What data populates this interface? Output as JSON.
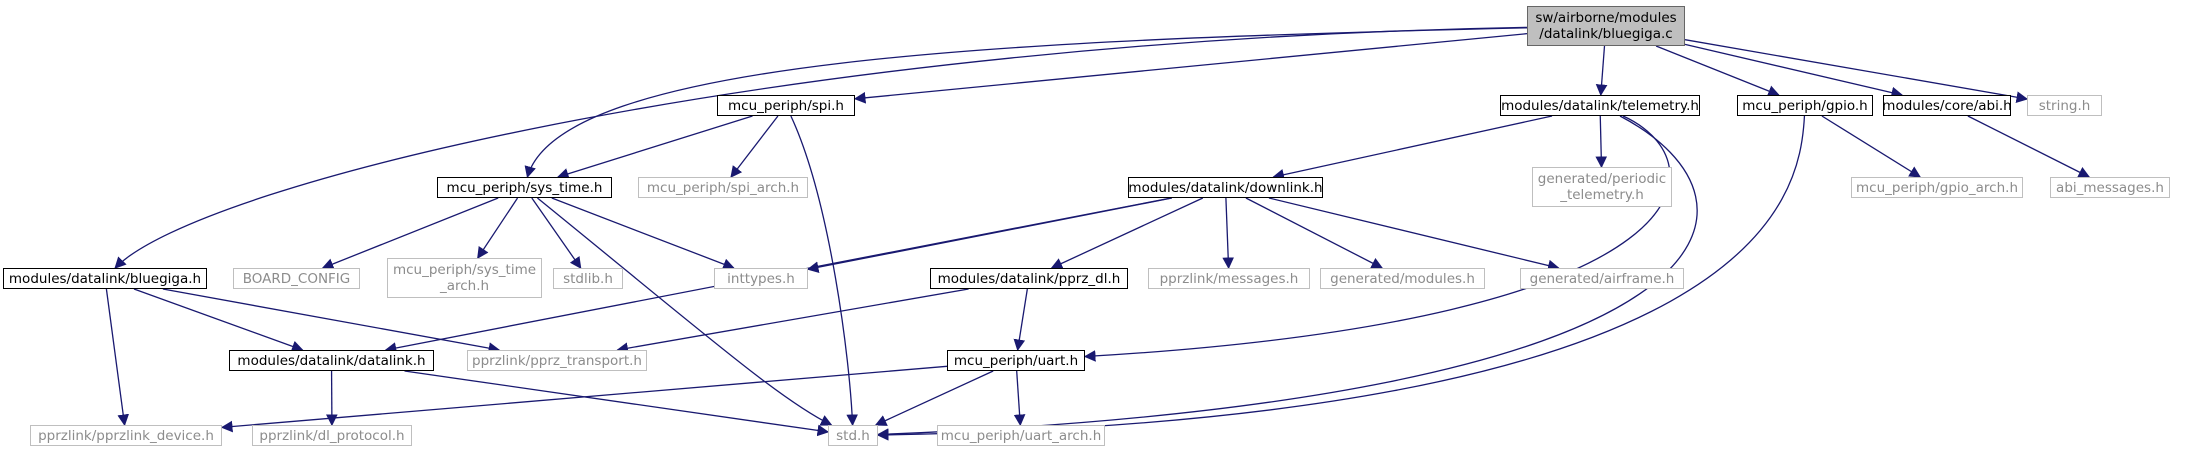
{
  "colors": {
    "edge": "#191970",
    "root_fill": "#bfbfbf",
    "documented_border": "#000000",
    "undocumented_border": "#bfbfbf",
    "undocumented_text": "#8c8c8c"
  },
  "nodes": [
    {
      "id": "bluegiga_c",
      "label": "sw/airborne/modules\n/datalink/bluegiga.c",
      "kind": "root"
    },
    {
      "id": "spi_h",
      "label": "mcu_periph/spi.h",
      "kind": "documented"
    },
    {
      "id": "telemetry_h",
      "label": "modules/datalink/telemetry.h",
      "kind": "documented"
    },
    {
      "id": "gpio_h",
      "label": "mcu_periph/gpio.h",
      "kind": "documented"
    },
    {
      "id": "abi_h",
      "label": "modules/core/abi.h",
      "kind": "documented"
    },
    {
      "id": "string_h",
      "label": "string.h",
      "kind": "undocumented"
    },
    {
      "id": "sys_time_h",
      "label": "mcu_periph/sys_time.h",
      "kind": "documented"
    },
    {
      "id": "spi_arch_h",
      "label": "mcu_periph/spi_arch.h",
      "kind": "undocumented"
    },
    {
      "id": "downlink_h",
      "label": "modules/datalink/downlink.h",
      "kind": "documented"
    },
    {
      "id": "periodic_telemetry_h",
      "label": "generated/periodic\n_telemetry.h",
      "kind": "undocumented"
    },
    {
      "id": "gpio_arch_h",
      "label": "mcu_periph/gpio_arch.h",
      "kind": "undocumented"
    },
    {
      "id": "abi_messages_h",
      "label": "abi_messages.h",
      "kind": "undocumented"
    },
    {
      "id": "bluegiga_h",
      "label": "modules/datalink/bluegiga.h",
      "kind": "documented"
    },
    {
      "id": "board_config",
      "label": "BOARD_CONFIG",
      "kind": "undocumented"
    },
    {
      "id": "sys_time_arch_h",
      "label": "mcu_periph/sys_time\n_arch.h",
      "kind": "undocumented"
    },
    {
      "id": "stdlib_h",
      "label": "stdlib.h",
      "kind": "undocumented"
    },
    {
      "id": "inttypes_h",
      "label": "inttypes.h",
      "kind": "undocumented"
    },
    {
      "id": "pprz_dl_h",
      "label": "modules/datalink/pprz_dl.h",
      "kind": "documented"
    },
    {
      "id": "messages_h",
      "label": "pprzlink/messages.h",
      "kind": "undocumented"
    },
    {
      "id": "modules_h",
      "label": "generated/modules.h",
      "kind": "undocumented"
    },
    {
      "id": "airframe_h",
      "label": "generated/airframe.h",
      "kind": "undocumented"
    },
    {
      "id": "datalink_h",
      "label": "modules/datalink/datalink.h",
      "kind": "documented"
    },
    {
      "id": "pprz_transport_h",
      "label": "pprzlink/pprz_transport.h",
      "kind": "undocumented"
    },
    {
      "id": "uart_h",
      "label": "mcu_periph/uart.h",
      "kind": "documented"
    },
    {
      "id": "pprzlink_device_h",
      "label": "pprzlink/pprzlink_device.h",
      "kind": "undocumented"
    },
    {
      "id": "dl_protocol_h",
      "label": "pprzlink/dl_protocol.h",
      "kind": "undocumented"
    },
    {
      "id": "std_h",
      "label": "std.h",
      "kind": "undocumented"
    },
    {
      "id": "uart_arch_h",
      "label": "mcu_periph/uart_arch.h",
      "kind": "undocumented"
    }
  ],
  "edges": [
    [
      "bluegiga_c",
      "spi_h"
    ],
    [
      "bluegiga_c",
      "telemetry_h"
    ],
    [
      "bluegiga_c",
      "gpio_h"
    ],
    [
      "bluegiga_c",
      "abi_h"
    ],
    [
      "bluegiga_c",
      "string_h"
    ],
    [
      "bluegiga_c",
      "sys_time_h"
    ],
    [
      "bluegiga_c",
      "bluegiga_h"
    ],
    [
      "spi_h",
      "sys_time_h"
    ],
    [
      "spi_h",
      "spi_arch_h"
    ],
    [
      "spi_h",
      "std_h"
    ],
    [
      "telemetry_h",
      "downlink_h"
    ],
    [
      "telemetry_h",
      "periodic_telemetry_h"
    ],
    [
      "telemetry_h",
      "uart_h"
    ],
    [
      "telemetry_h",
      "std_h"
    ],
    [
      "gpio_h",
      "gpio_arch_h"
    ],
    [
      "gpio_h",
      "std_h"
    ],
    [
      "abi_h",
      "abi_messages_h"
    ],
    [
      "sys_time_h",
      "board_config"
    ],
    [
      "sys_time_h",
      "sys_time_arch_h"
    ],
    [
      "sys_time_h",
      "stdlib_h"
    ],
    [
      "sys_time_h",
      "inttypes_h"
    ],
    [
      "sys_time_h",
      "std_h"
    ],
    [
      "downlink_h",
      "inttypes_h"
    ],
    [
      "downlink_h",
      "pprz_dl_h"
    ],
    [
      "downlink_h",
      "messages_h"
    ],
    [
      "downlink_h",
      "modules_h"
    ],
    [
      "downlink_h",
      "airframe_h"
    ],
    [
      "downlink_h",
      "datalink_h"
    ],
    [
      "bluegiga_h",
      "datalink_h"
    ],
    [
      "bluegiga_h",
      "pprz_transport_h"
    ],
    [
      "bluegiga_h",
      "pprzlink_device_h"
    ],
    [
      "pprz_dl_h",
      "pprz_transport_h"
    ],
    [
      "pprz_dl_h",
      "uart_h"
    ],
    [
      "datalink_h",
      "dl_protocol_h"
    ],
    [
      "datalink_h",
      "std_h"
    ],
    [
      "uart_h",
      "pprzlink_device_h"
    ],
    [
      "uart_h",
      "std_h"
    ],
    [
      "uart_h",
      "uart_arch_h"
    ]
  ]
}
